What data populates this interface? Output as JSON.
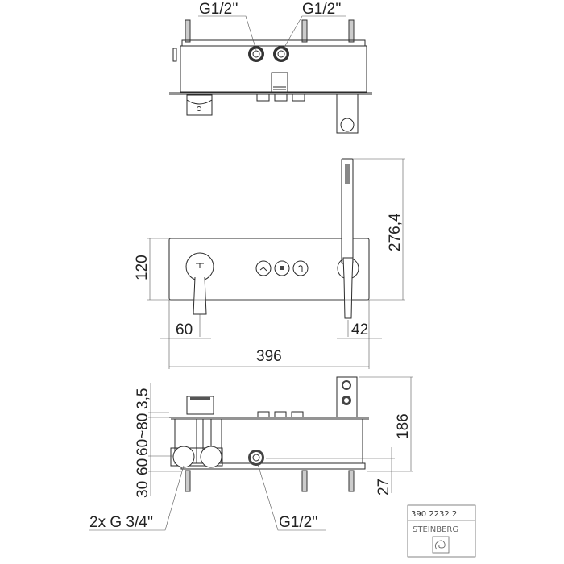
{
  "top_view": {
    "label_left": "G1/2''",
    "label_right": "G1/2''"
  },
  "front_view": {
    "dim_height": "120",
    "dim_total_height": "276,4",
    "dim_left_offset": "60",
    "dim_right_offset": "42",
    "dim_width": "396"
  },
  "side_view": {
    "dim_a": "3,5",
    "dim_b": "60~80",
    "dim_c": "60",
    "dim_d": "30",
    "dim_total": "186",
    "dim_bottom": "27",
    "label_inlets": "2x G 3/4''",
    "label_outlet": "G1/2''"
  },
  "title_block": {
    "article_number": "390 2232 2",
    "brand": "STEINBERG"
  }
}
